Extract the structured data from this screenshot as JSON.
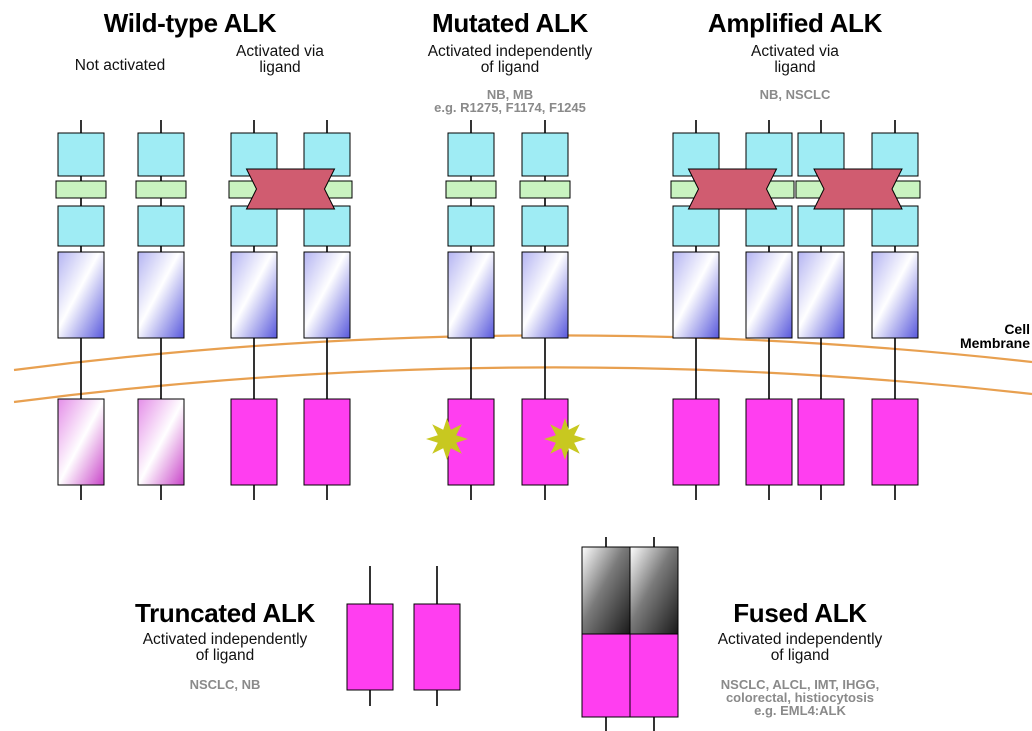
{
  "colors": {
    "extracellular_domain": "#9fecf4",
    "linker_domain": "#c9f3c0",
    "transmembrane_region": "#a8a8f0",
    "kinase_domain": "#ff3ef0",
    "ligand": "#d05c70",
    "mutation_star": "#c8c820",
    "membrane": "#e8a050",
    "annotation_text": "#8a8a8a"
  },
  "panels": {
    "wild_type": {
      "title": "Wild-type ALK",
      "not_activated": "Not activated",
      "activated_line1": "Activated via",
      "activated_line2": "ligand"
    },
    "mutated": {
      "title": "Mutated ALK",
      "sub_line1": "Activated independently",
      "sub_line2": "of ligand",
      "cancers": "NB, MB",
      "examples": "e.g. R1275, F1174, F1245"
    },
    "amplified": {
      "title": "Amplified ALK",
      "sub_line1": "Activated via",
      "sub_line2": "ligand",
      "cancers": "NB, NSCLC"
    },
    "truncated": {
      "title": "Truncated ALK",
      "sub_line1": "Activated independently",
      "sub_line2": "of ligand",
      "cancers": "NSCLC, NB"
    },
    "fused": {
      "title": "Fused ALK",
      "sub_line1": "Activated independently",
      "sub_line2": "of ligand",
      "cancers_line1": "NSCLC, ALCL, IMT, IHGG,",
      "cancers_line2": "colorectal, histiocytosis",
      "example": "e.g. EML4:ALK"
    }
  },
  "membrane": {
    "label_line1": "Cell",
    "label_line2": "Membrane"
  },
  "receptors": {
    "full_length": [
      {
        "group": "wild_type",
        "state": "inactive",
        "ligand": false,
        "mutation": false
      },
      {
        "group": "wild_type",
        "state": "inactive",
        "ligand": false,
        "mutation": false
      },
      {
        "group": "wild_type",
        "state": "active",
        "ligand": true,
        "mutation": false
      },
      {
        "group": "wild_type",
        "state": "active",
        "ligand": true,
        "mutation": false
      },
      {
        "group": "mutated",
        "state": "active",
        "ligand": false,
        "mutation": true
      },
      {
        "group": "mutated",
        "state": "active",
        "ligand": false,
        "mutation": true
      },
      {
        "group": "amplified",
        "state": "active",
        "ligand": true,
        "mutation": false
      },
      {
        "group": "amplified",
        "state": "active",
        "ligand": true,
        "mutation": false
      },
      {
        "group": "amplified",
        "state": "active",
        "ligand": true,
        "mutation": false
      },
      {
        "group": "amplified",
        "state": "active",
        "ligand": true,
        "mutation": false
      }
    ],
    "truncated_count": 2,
    "fused_count": 2
  }
}
